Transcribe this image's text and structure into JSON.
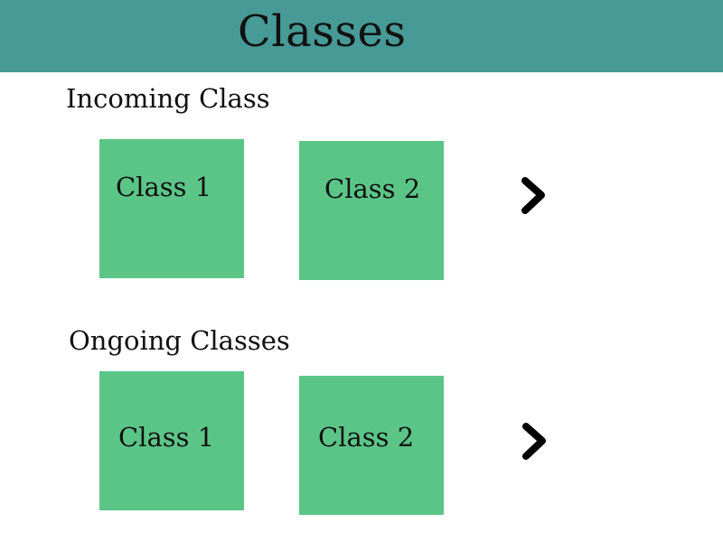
{
  "header": {
    "title": "Classes",
    "background_color": "#479a96"
  },
  "sections": [
    {
      "title": "Incoming Class",
      "cards": [
        {
          "label": "Class 1"
        },
        {
          "label": "Class 2"
        }
      ],
      "next_icon": "chevron-right-icon"
    },
    {
      "title": "Ongoing Classes",
      "cards": [
        {
          "label": "Class 1"
        },
        {
          "label": "Class 2"
        }
      ],
      "next_icon": "chevron-right-icon"
    }
  ],
  "colors": {
    "card": "#5bc587",
    "text": "#111111",
    "icon": "#000000"
  }
}
